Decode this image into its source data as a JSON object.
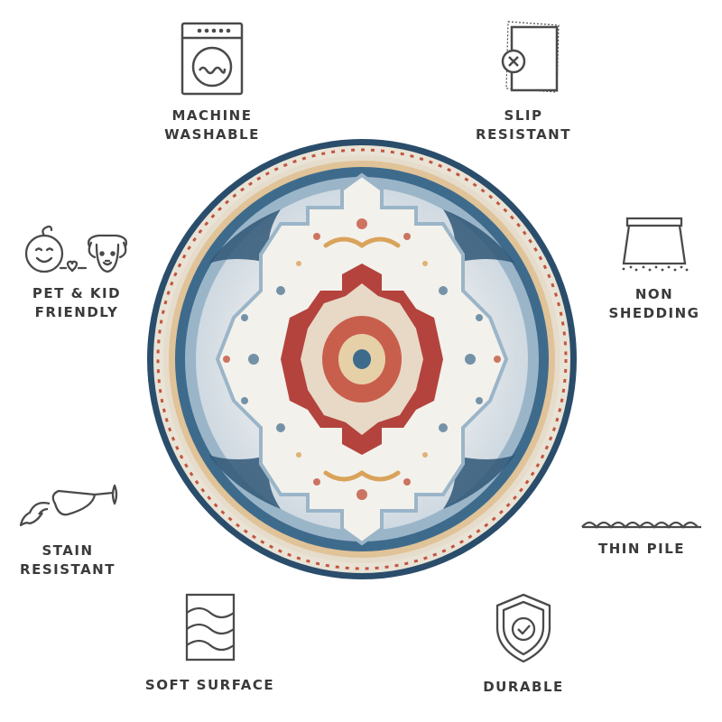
{
  "features": {
    "machine_washable": {
      "line1": "MACHINE",
      "line2": "WASHABLE",
      "icon": "washing-machine-icon"
    },
    "slip_resistant": {
      "line1": "SLIP",
      "line2": "RESISTANT",
      "icon": "slip-resistant-icon"
    },
    "pet_kid_friendly": {
      "line1": "PET & KID",
      "line2": "FRIENDLY",
      "icon": "pet-kid-icon"
    },
    "non_shedding": {
      "line1": "NON",
      "line2": "SHEDDING",
      "icon": "non-shedding-icon"
    },
    "stain_resistant": {
      "line1": "STAIN",
      "line2": "RESISTANT",
      "icon": "wine-glass-icon"
    },
    "thin_pile": {
      "line1": "THIN PILE",
      "icon": "thin-pile-icon"
    },
    "soft_surface": {
      "line1": "SOFT SURFACE",
      "icon": "soft-surface-icon"
    },
    "durable": {
      "line1": "DURABLE",
      "icon": "shield-check-icon"
    }
  },
  "colors": {
    "icon_stroke": "#4a4a4a",
    "label_text": "#3a3a3a",
    "rug_border_navy": "#2f5777",
    "rug_field_ivory": "#e6e8ea",
    "rug_medallion_red": "#b4433d",
    "rug_accent_gold": "#d9a35a",
    "rug_light_blue": "#9bb5c8"
  }
}
